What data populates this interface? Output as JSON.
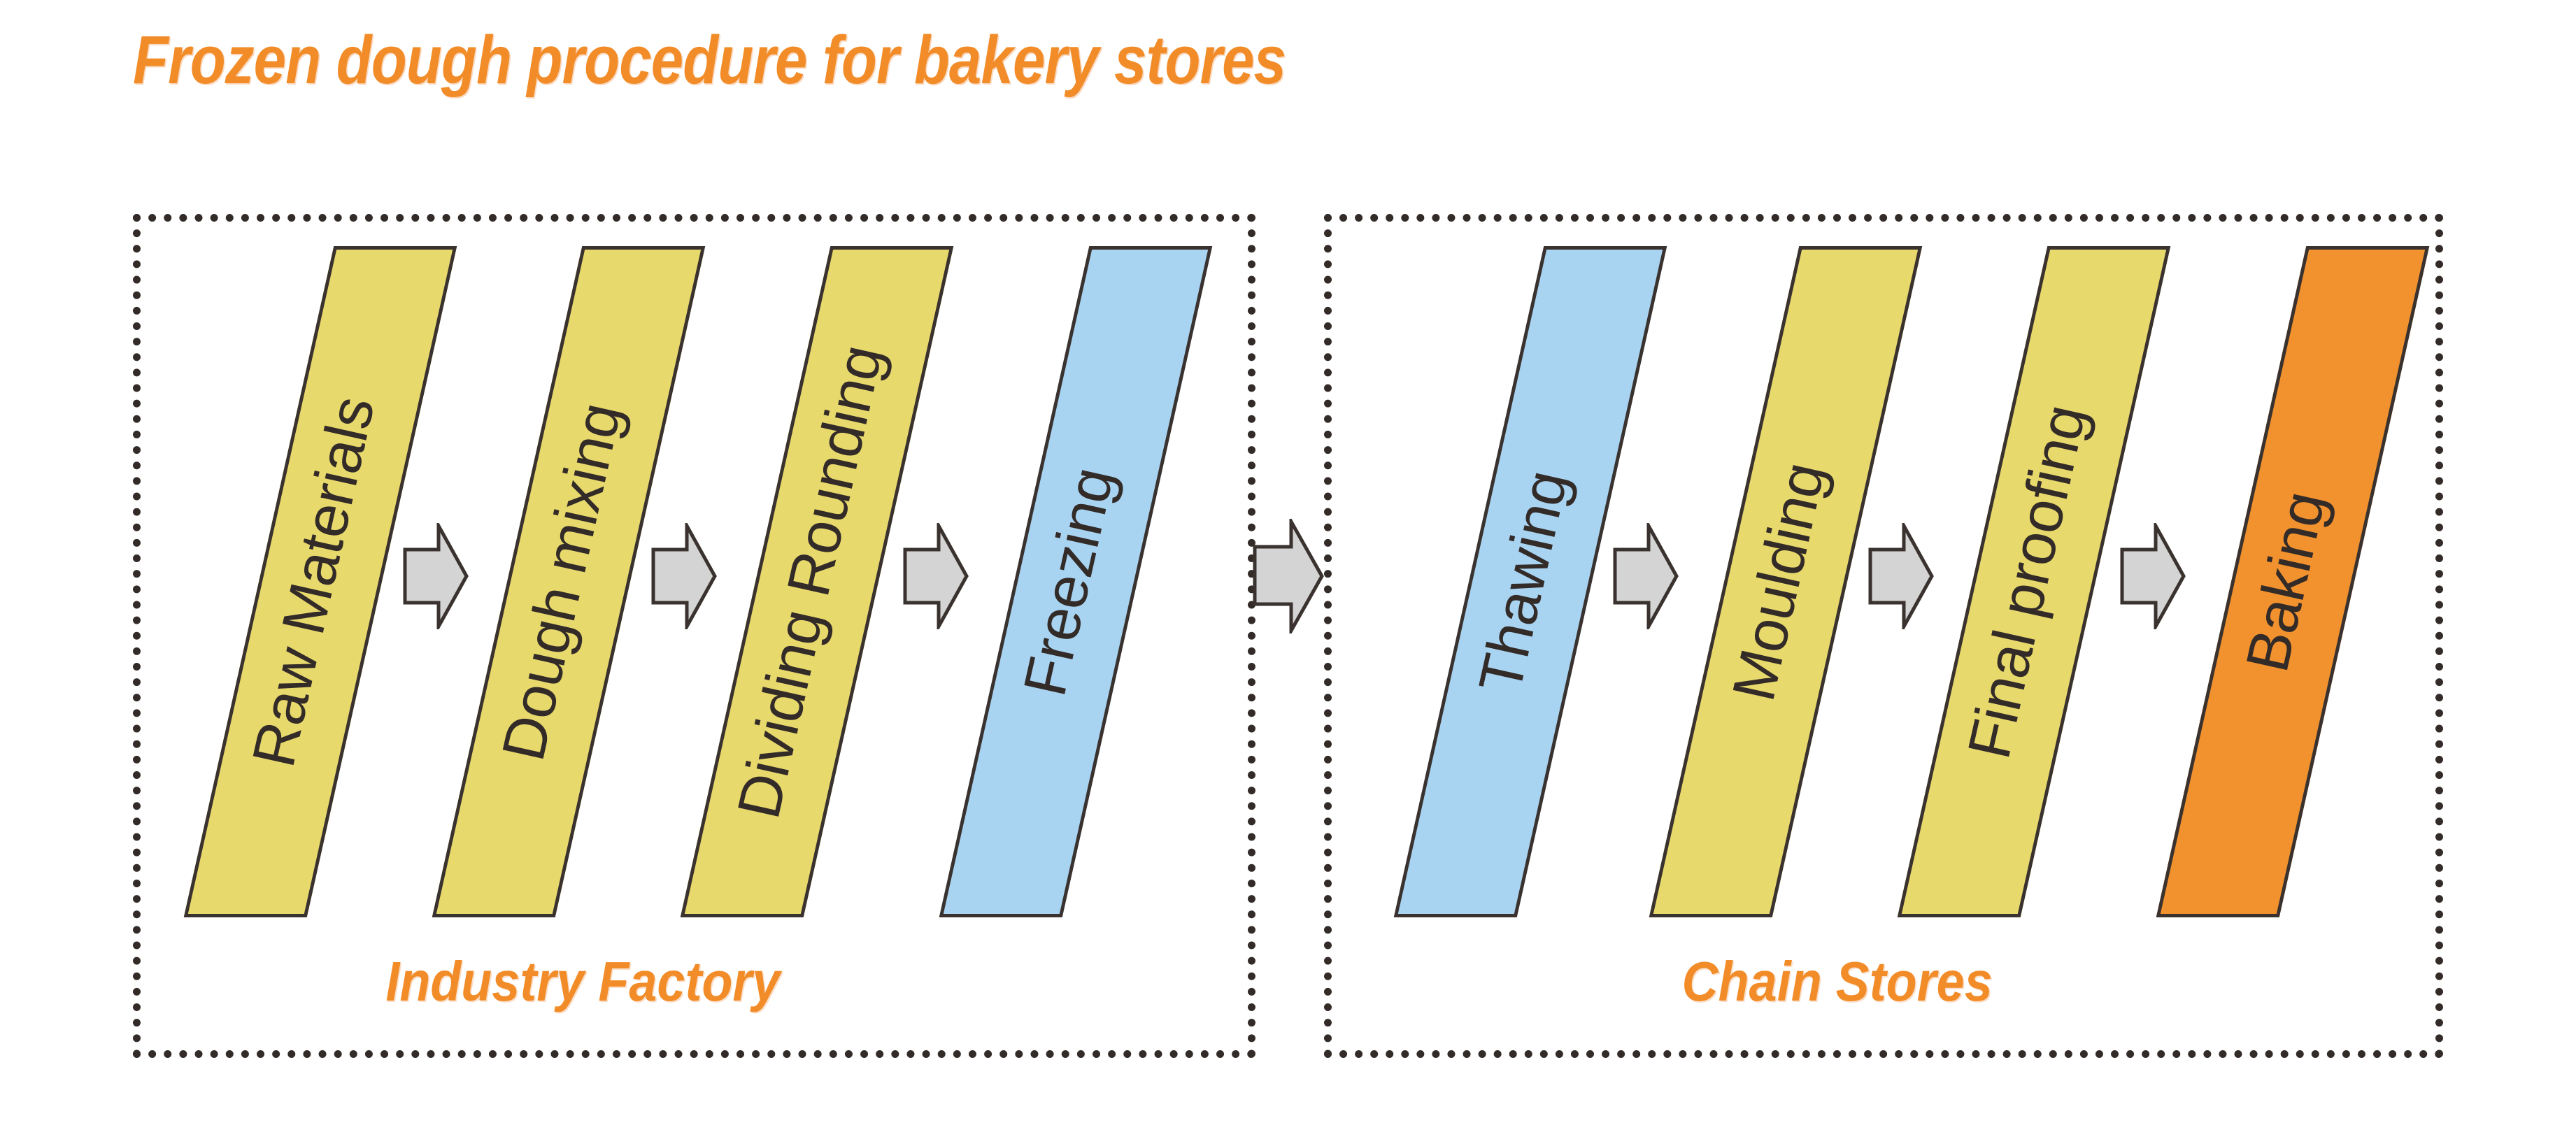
{
  "title": "Frozen dough procedure for bakery stores",
  "colors": {
    "accent_orange": "#f28c28",
    "step_yellow": "#e8d96c",
    "step_blue": "#a8d4f2",
    "step_orange": "#f2922e",
    "arrow_gray": "#d4d4d4",
    "outline": "#332b28"
  },
  "panels": [
    {
      "name": "industry-factory",
      "label": "Industry Factory",
      "steps": [
        {
          "label": "Raw Materials",
          "color": "yellow"
        },
        {
          "label": "Dough mixing",
          "color": "yellow"
        },
        {
          "label": "Dividing Rounding",
          "color": "yellow"
        },
        {
          "label": "Freezing",
          "color": "blue"
        }
      ]
    },
    {
      "name": "chain-stores",
      "label": "Chain Stores",
      "steps": [
        {
          "label": "Thawing",
          "color": "blue"
        },
        {
          "label": "Moulding",
          "color": "yellow"
        },
        {
          "label": "Final proofing",
          "color": "yellow"
        },
        {
          "label": "Baking",
          "color": "orange"
        }
      ]
    }
  ],
  "arrows": {
    "icon": "right-block-arrow-icon",
    "between_steps_count": 6,
    "between_panels_count": 1
  }
}
